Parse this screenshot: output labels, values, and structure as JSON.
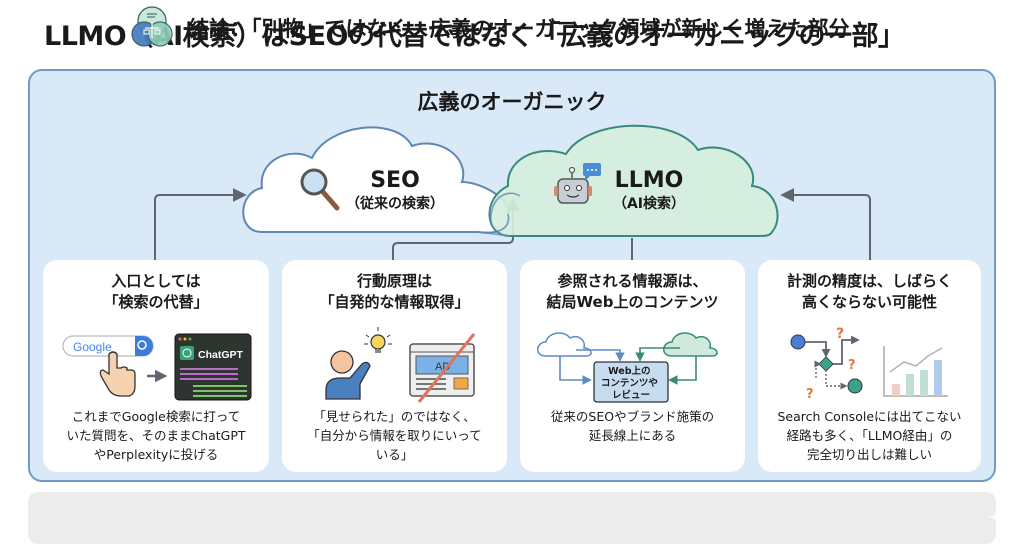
{
  "title": "LLMO（AI検索）はSEOの代替ではなく「広義のオーガニックの一部」",
  "panel": {
    "title": "広義のオーガニック",
    "clouds": {
      "seo": {
        "label": "SEO",
        "sub": "（従来の検索）",
        "icon": "magnifier-icon"
      },
      "llmo": {
        "label": "LLMO",
        "sub": "（AI検索）",
        "icon": "robot-icon"
      }
    }
  },
  "cards": [
    {
      "title": "入口としては\n「検索の代替」",
      "illustration": {
        "search_brand": "Google",
        "ai_app": "ChatGPT"
      },
      "description": "これまでGoogle検索に打って\nいた質問を、そのままChatGPT\nやPerplexityに投げる"
    },
    {
      "title": "行動原理は\n「自発的な情報取得」",
      "illustration": {
        "ad_label": "AD"
      },
      "description": "「見せられた」のではなく、\n「自分から情報を取りにいって\nいる」"
    },
    {
      "title": "参照される情報源は、\n結局Web上のコンテンツ",
      "illustration": {
        "box_label": "Web上の\nコンテンツや\nレビュー"
      },
      "description": "従来のSEOやブランド施策の\n延長線上にある"
    },
    {
      "title": "計測の精度は、しばらく\n高くならない可能性",
      "illustration": {
        "question_mark": "?"
      },
      "description": "Search Consoleには出てこない\n経路も多く、「LLMO経由」の\n完全切り出しは難しい"
    }
  ],
  "conclusion": {
    "text": "結論：「別物」ではなく、広義のオーガニック領域が新しく増えた部分"
  },
  "colors": {
    "panel_bg": "#d9e9f7",
    "panel_border": "#6e9ac4",
    "seo_stroke": "#5f87b3",
    "llmo_fill": "#d6eedd",
    "llmo_stroke": "#3a8a78",
    "connector": "#5f6670",
    "question": "#e07a3c"
  }
}
